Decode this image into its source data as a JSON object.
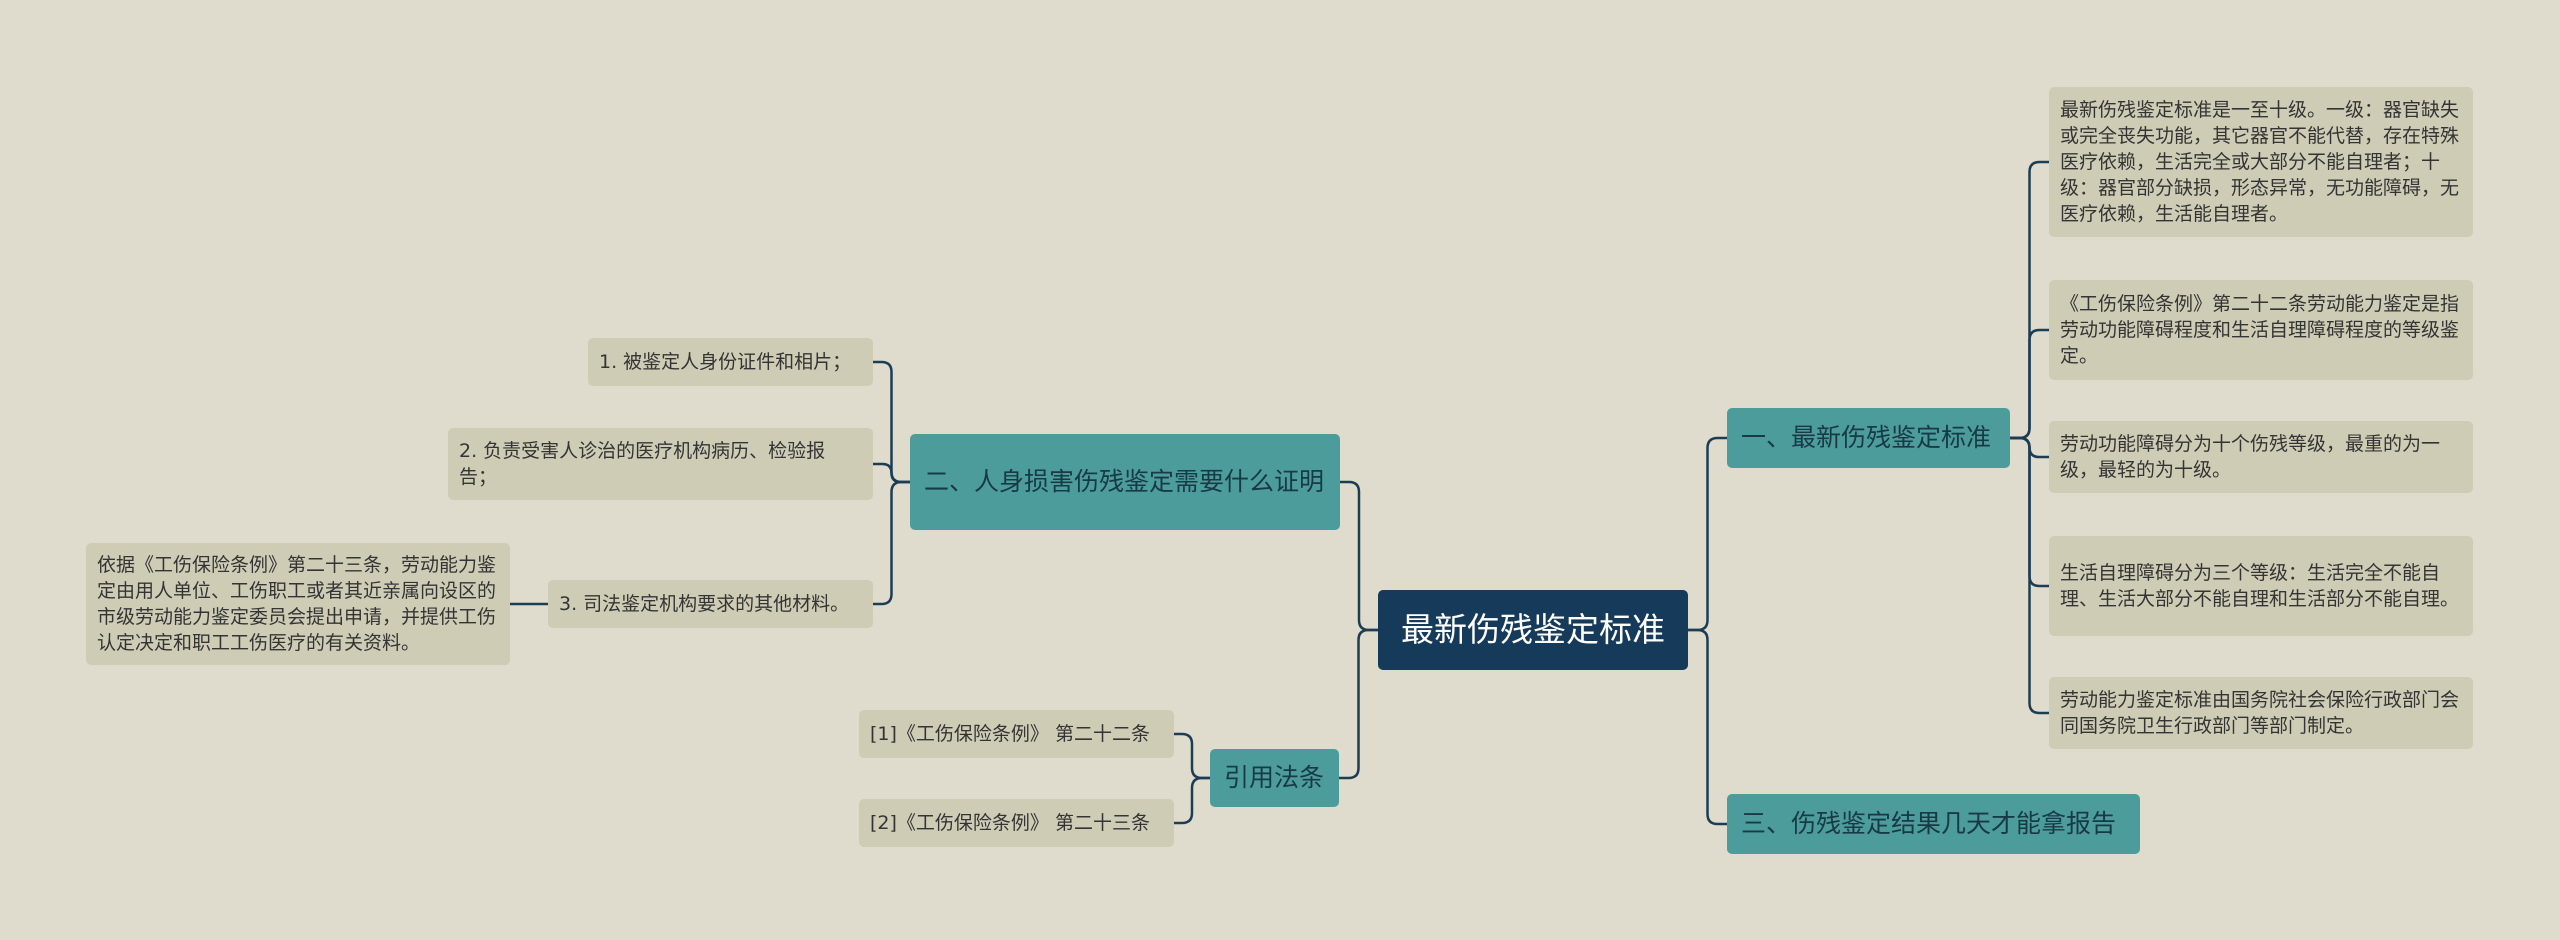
{
  "diagram": {
    "type": "mind-map",
    "colors": {
      "background": "#dfdccd",
      "root_fill": "#163b5a",
      "branch_fill": "#4c9c9c",
      "leaf_fill": "#cfccb6",
      "connector": "#1d3d55"
    },
    "root": {
      "label": "最新伤残鉴定标准"
    },
    "right_branches": [
      {
        "label": "一、最新伤残鉴定标准",
        "children": [
          {
            "label": "最新伤残鉴定标准是一至十级。一级：器官缺失或完全丧失功能，其它器官不能代替，存在特殊医疗依赖，生活完全或大部分不能自理者；十级：器官部分缺损，形态异常，无功能障碍，无医疗依赖，生活能自理者。"
          },
          {
            "label": "《工伤保险条例》第二十二条劳动能力鉴定是指劳动功能障碍程度和生活自理障碍程度的等级鉴定。"
          },
          {
            "label": "劳动功能障碍分为十个伤残等级，最重的为一级，最轻的为十级。"
          },
          {
            "label": "生活自理障碍分为三个等级：生活完全不能自理、生活大部分不能自理和生活部分不能自理。"
          },
          {
            "label": "劳动能力鉴定标准由国务院社会保险行政部门会同国务院卫生行政部门等部门制定。"
          }
        ]
      },
      {
        "label": "三、伤残鉴定结果几天才能拿报告",
        "children": []
      }
    ],
    "left_branches": [
      {
        "label": "二、人身损害伤残鉴定需要什么证明",
        "children": [
          {
            "label": "1. 被鉴定人身份证件和相片；"
          },
          {
            "label": "2. 负责受害人诊治的医疗机构病历、检验报告；"
          },
          {
            "label": "3. 司法鉴定机构要求的其他材料。",
            "children": [
              {
                "label": "依据《工伤保险条例》第二十三条，劳动能力鉴定由用人单位、工伤职工或者其近亲属向设区的市级劳动能力鉴定委员会提出申请，并提供工伤认定决定和职工工伤医疗的有关资料。"
              }
            ]
          }
        ]
      },
      {
        "label": "引用法条",
        "children": [
          {
            "label": "[1]《工伤保险条例》 第二十二条"
          },
          {
            "label": "[2]《工伤保险条例》 第二十三条"
          }
        ]
      }
    ]
  }
}
